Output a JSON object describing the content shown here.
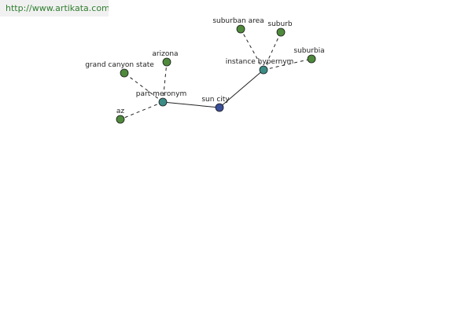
{
  "header": {
    "url": "http://www.artikata.com"
  },
  "graph": {
    "colors": {
      "leaf": "#4f8a3c",
      "relation": "#3c8c86",
      "root": "#3a4f9a",
      "edge": "#222222"
    },
    "nodes": [
      {
        "id": "sun-city",
        "label": "sun city",
        "kind": "root"
      },
      {
        "id": "part-meronym",
        "label": "part meronym",
        "kind": "relation"
      },
      {
        "id": "instance-hypernym",
        "label": "instance hypernym",
        "kind": "relation"
      },
      {
        "id": "grand-canyon-state",
        "label": "grand canyon state",
        "kind": "leaf"
      },
      {
        "id": "arizona",
        "label": "arizona",
        "kind": "leaf"
      },
      {
        "id": "az",
        "label": "az",
        "kind": "leaf"
      },
      {
        "id": "suburban-area",
        "label": "suburban area",
        "kind": "leaf"
      },
      {
        "id": "suburb",
        "label": "suburb",
        "kind": "leaf"
      },
      {
        "id": "suburbia",
        "label": "suburbia",
        "kind": "leaf"
      }
    ],
    "edges": [
      {
        "from": "sun-city",
        "to": "part-meronym",
        "style": "solid"
      },
      {
        "from": "sun-city",
        "to": "instance-hypernym",
        "style": "solid"
      },
      {
        "from": "part-meronym",
        "to": "grand-canyon-state",
        "style": "dashed"
      },
      {
        "from": "part-meronym",
        "to": "arizona",
        "style": "dashed"
      },
      {
        "from": "part-meronym",
        "to": "az",
        "style": "dashed"
      },
      {
        "from": "instance-hypernym",
        "to": "suburban-area",
        "style": "dashed"
      },
      {
        "from": "instance-hypernym",
        "to": "suburb",
        "style": "dashed"
      },
      {
        "from": "instance-hypernym",
        "to": "suburbia",
        "style": "dashed"
      }
    ]
  }
}
